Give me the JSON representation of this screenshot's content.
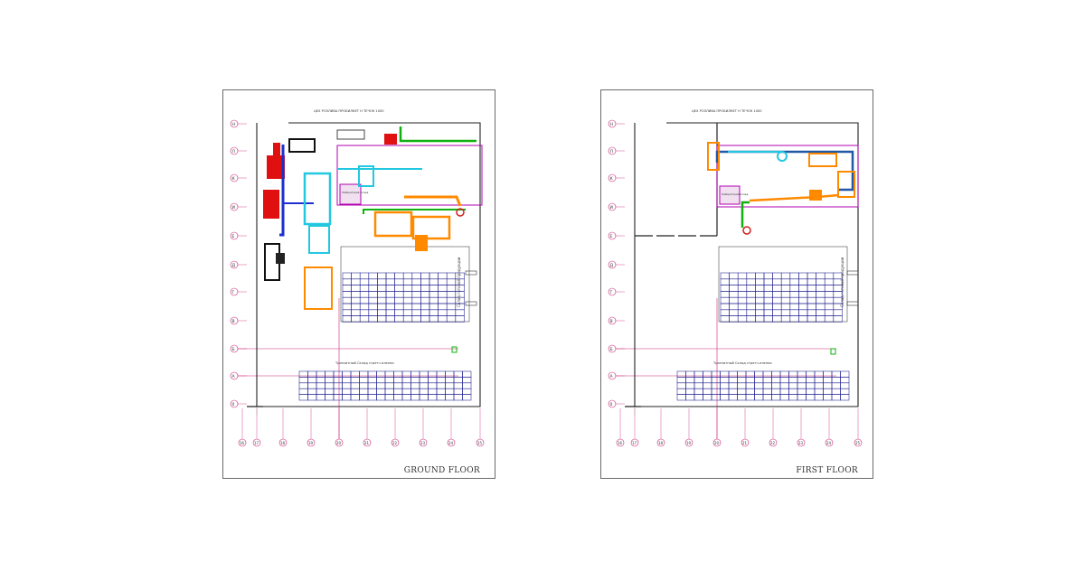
{
  "sheets": [
    {
      "label": "GROUND FLOOR",
      "plan_title": "ЦЕХ РОЗЛИВА ПРОБИЛКЕТ Н ТЕЧОК 1000",
      "rack_area_upper": "",
      "rack_area_lower": "Транзитный Склад стретч-пленки",
      "side_note": "Склад готовой продукции",
      "room_label": "Лаборатория Склад"
    },
    {
      "label": "FIRST FLOOR",
      "plan_title": "ЦЕХ РОЗЛИВА ПРОБИЛКЕТ Н ТЕЧОК 1000",
      "rack_area_lower": "Транзитный Склад стретч-пленки",
      "side_note": "Склад готовой продукции",
      "room_label": "Лаборатория Склад"
    }
  ],
  "row_axes": [
    "Н",
    "Л",
    "К",
    "И",
    "Е",
    "Д",
    "Г",
    "В",
    "Б",
    "А",
    "0"
  ],
  "col_axes": [
    "16",
    "17",
    "18",
    "19",
    "20",
    "21",
    "22",
    "23",
    "24",
    "25"
  ],
  "colors": {
    "sheet_border": "#6a6a6a",
    "wall": "#222222",
    "grid_axis": "#cc2277",
    "rack": "#1e1e8c",
    "equipment_orange": "#ff8a00",
    "equipment_red": "#e01010",
    "equipment_blue": "#1c2fd0",
    "equipment_cyan": "#22c8e0",
    "equipment_green": "#10b010",
    "room_magenta": "#b000b0"
  }
}
